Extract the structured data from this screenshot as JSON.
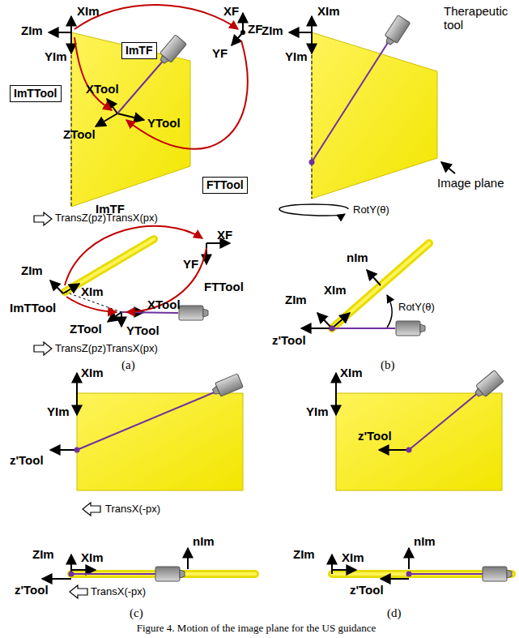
{
  "diagram": {
    "caption": "Figure 4.   Motion of the image plane for the US guidance",
    "nodes": [
      {
        "text": [
          "ImTF"
        ]
      },
      {
        "text": [
          "ImTTool"
        ]
      },
      {
        "text": [
          "FTTool"
        ]
      }
    ],
    "labels": [
      "ZIm",
      "XIm",
      "YIm",
      "XF",
      "ZF",
      "YF",
      "XTool",
      "YTool",
      "ZTool",
      "TransZ(pz)TransX(px)",
      "XF",
      "YF",
      "ZIm",
      "XIm",
      "ImTF",
      "ImTTool",
      "FTTool",
      "ZTool",
      "XTool",
      "YTool",
      "TransZ(pz)TransX(px)",
      "(a)",
      "ZIm",
      "XIm",
      "YIm",
      "Therapeutic tool",
      "Image plane",
      "RotY(θ)",
      "nIm",
      "ZIm",
      "XIm",
      "RotY(θ)",
      "z'Tool",
      "(b)",
      "XIm",
      "YIm",
      "z'Tool",
      "TransX(-px)",
      "ZIm",
      "XIm",
      "nIm",
      "z'Tool",
      "TransX(-px)",
      "(c)",
      "XIm",
      "YIm",
      "z'Tool",
      "ZIm",
      "XIm",
      "nIm",
      "z'Tool",
      "(d)"
    ]
  }
}
